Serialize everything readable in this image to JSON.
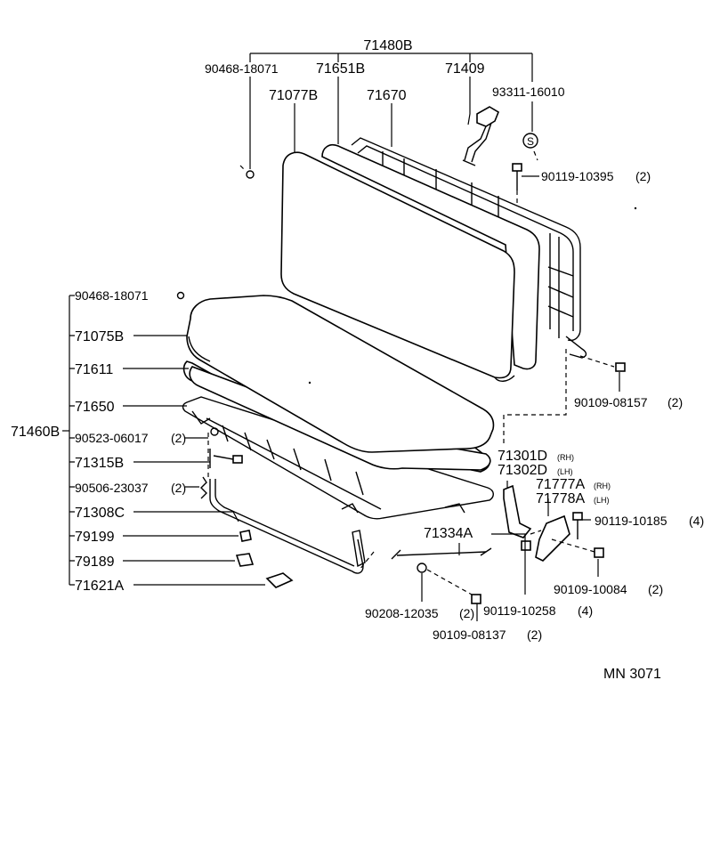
{
  "diagram": {
    "code": "MN  3071",
    "labels": {
      "p71480B": "71480B",
      "p90468_top": "90468-18071",
      "p71651B": "71651B",
      "p71409": "71409",
      "p93311": "93311-16010",
      "p71077B": "71077B",
      "p71670": "71670",
      "p90119_10395": "90119-10395",
      "q2_10395": "(2)",
      "p90468_left": "90468-18071",
      "p71075B": "71075B",
      "p71611": "71611",
      "p71650": "71650",
      "p71460B": "71460B",
      "p90523": "90523-06017",
      "q2_90523": "(2)",
      "p71315B": "71315B",
      "p90506": "90506-23037",
      "q2_90506": "(2)",
      "p71308C": "71308C",
      "p79199": "79199",
      "p79189": "79189",
      "p71621A": "71621A",
      "p90109_08157": "90109-08157",
      "q2_08157": "(2)",
      "p71301D": "71301D",
      "rh1": "(RH)",
      "p71302D": "71302D",
      "lh1": "(LH)",
      "p71777A": "71777A",
      "rh2": "(RH)",
      "p71778A": "71778A",
      "lh2": "(LH)",
      "p90119_10185": "90119-10185",
      "q4_10185": "(4)",
      "p71334A": "71334A",
      "p90109_10084": "90109-10084",
      "q2_10084": "(2)",
      "p90208": "90208-12035",
      "q2_90208": "(2)",
      "p90119_10258": "90119-10258",
      "q4_10258": "(4)",
      "p90109_08137": "90109-08137",
      "q2_08137": "(2)",
      "s_mark": "S"
    }
  }
}
